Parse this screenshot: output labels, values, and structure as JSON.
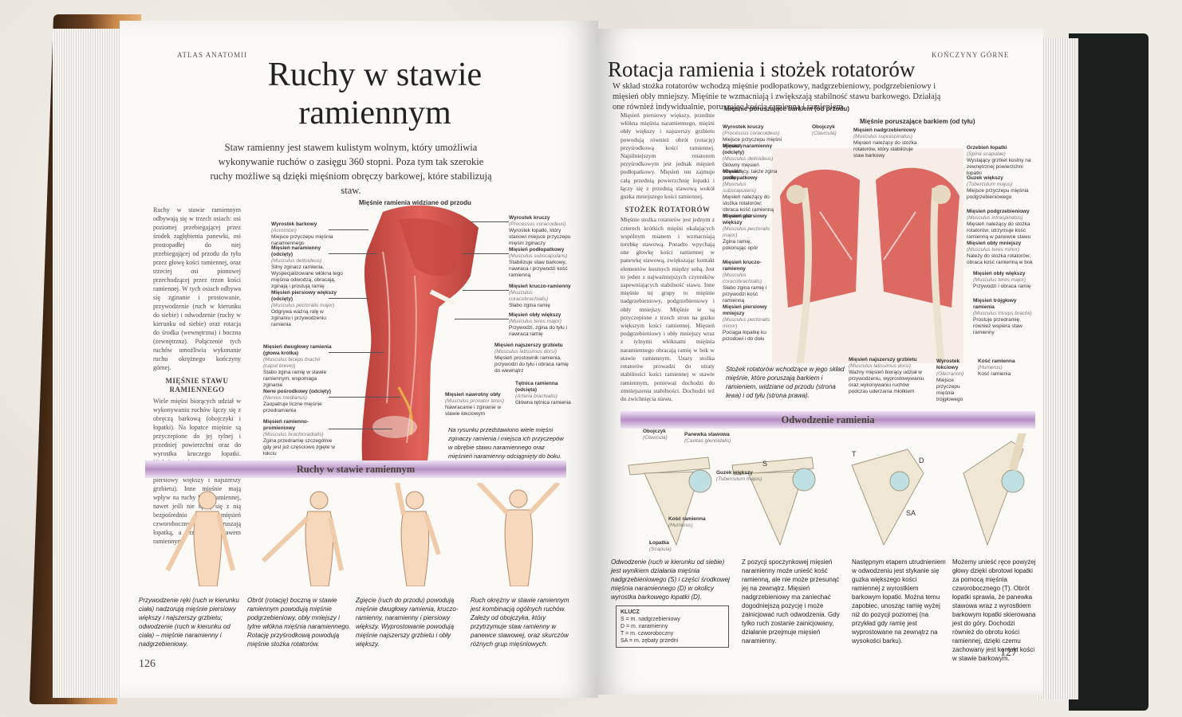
{
  "left_page": {
    "running_head": "ATLAS ANATOMII",
    "title": "Ruchy w stawie ramiennym",
    "intro": "Staw ramienny jest stawem kulistym wolnym, który umożliwia wykonywanie ruchów o zasięgu 360 stopni. Poza tym tak szerokie ruchy możliwe są dzięki mięśniom obręczy barkowej, które stabilizują staw.",
    "column_text": "Ruchy w stawie ramiennym odbywają się w trzech osiach: osi poziomej przebiegającej przez środek zagłębienia panewki, osi prostopadłej do niej przebiegającej od przodu do tyłu przez głowę kości ramiennej, oraz trzeciej osi pionowej przechodzącej przez trzon kości ramiennej. W tych osiach odbywa się zginanie i prostowanie, przywodzenie (ruch w kierunku do siebie) i odwodzenie (ruchy w kierunku od siebie) oraz rotacja do środka (wewnętrzna) i boczna (zewnętrzna). Połączenie tych ruchów umożliwia wykonanie ruchu okrężnego kończyny górnej.",
    "subhead": "MIĘŚNIE STAWU RAMIENNEGO",
    "column_text_2": "Wiele mięśni biorących udział w wykonywaniu ruchów łączy się z obręczą barkową (obojczyki i łopatki). Na łopatce mięśnie są przyczepione do jej tylnej i przedniej powierzchni oraz do wyrostka kruczego łopatki. Niektóre mięśnie przyczepione są bezpośrednio do tułowia (mięśni piersiowy większy i najszerszy grzbietu). Inne mięśnie mają wpływ na ruchy kości ramiennej, nawet jeśli nie łączą się z nią bezpośrednio (np. mięsień czworoboczny) – poruszają łopatką, a przez to i stawem ramiennym.",
    "figure_title": "Mięśnie ramienia widziane od przodu",
    "left_labels": [
      {
        "name": "Wyrostek barkowy",
        "latin": "(Acromion)",
        "desc": "Miejsce przyczepu mięśnia naramiennego"
      },
      {
        "name": "Mięsień naramienny (odcięty)",
        "latin": "(Musculus deltoideus)",
        "desc": "Silny zginacz ramienia. Wyspecjalizowane włókna tego mięśnia odwodzą, obracają, zginają i prostują ramię"
      },
      {
        "name": "Mięsień piersiowy większy (odcięty)",
        "latin": "(Musculus pectoralis major)",
        "desc": "Odgrywa ważną rolę w zginaniu i przywodzeniu ramienia"
      },
      {
        "name": "Mięsień dwugłowy ramienia (głowa krótka)",
        "latin": "(Musculus biceps brachii (caput breve))",
        "desc": "Stabo zgina ramię w stawie ramiennym, wspomaga zginanie"
      },
      {
        "name": "Nerw pośrodkowy (odcięty)",
        "latin": "(Nervus medianus)",
        "desc": "Zaopatruje liczne mięśnie przedramienia"
      },
      {
        "name": "Mięsień ramienno-promieniowy",
        "latin": "(Musculus brachioradialis)",
        "desc": "Zgina przedramię szczególnie gdy jest już częściowo zgięte w łokciu"
      }
    ],
    "right_labels": [
      {
        "name": "Wyrostek kruczy",
        "latin": "(Processus coracoideus)",
        "desc": "Wyrostek łopatki, który stanowi miejsce przyczepu mięśni zginaczy"
      },
      {
        "name": "Mięsień podłopatkowy",
        "latin": "(Musculus subscapularis)",
        "desc": "Stabilizuje staw barkowy, nawraca i przywodzi kość ramienną"
      },
      {
        "name": "Mięsień kruczo-ramienny",
        "latin": "(Musculus coracobrachialis)",
        "desc": "Słabo zgina ramię"
      },
      {
        "name": "Mięsień obły większy",
        "latin": "(Musculus teres major)",
        "desc": "Przywodzi, zgina do tyłu i nawraca ramię"
      },
      {
        "name": "Mięsień najszerszy grzbietu",
        "latin": "(Musculus latissimus dorsi)",
        "desc": "Mięsień prostownik ramienia, przywodzi do tyłu i obraca ramię do wewnątrz"
      },
      {
        "name": "Tętnica ramienna (odcięta)",
        "latin": "(Arteria brachialis)",
        "desc": "Główna tętnica ramienia"
      },
      {
        "name": "Mięsień nawrotny obły",
        "latin": "(Musculus pronator teres)",
        "desc": "Nawracanie i zginanie w stawie łokciowym"
      }
    ],
    "figure_note": "Na rysunku przedstawiono wiele mięśni zginaczy ramienia i miejsca ich przyczepów w obrębie stawu naramiennego oraz mięśnień naramienny odciągnięty do boku.",
    "banner": "Ruchy w stawie ramiennym",
    "captions": [
      "Przywodzenie ręki (ruch w kierunku ciała) nadzorują mięśnie piersiowy większy i najszerszy grzbietu; odwodzenie (ruch w kierunku od ciała) – mięśnie naramienny i nadgrzebieniowy.",
      "Obrót (rotację) boczną w stawie ramiennym powodują mięśnie podgrzebieniowy, obły mniejszy i tylne włókna mięśnia naramiennego. Rotację przyśrodkową powodują mięśnie stożka rotatorów.",
      "Zgięcie (ruch do przodu) powodują mięśnie dwugłowy ramienia, kruczo-ramienny, naramienny i piersiowy większy. Wyprostowanie powodują mięśnie najszerszy grzbietu i obły większy.",
      "Ruch okrężny w stawie ramiennym jest kombinacją ogólnych ruchów. Zależy od obojczyka, który przytrzymuje staw ramienny w panewce stawowej, oraz skurczów różnych grup mięśniowych."
    ],
    "page_number": "126"
  },
  "right_page": {
    "running_head": "KOŃCZYNY GÓRNE",
    "title": "Rotacja ramienia i stożek rotatorów",
    "intro": "W skład stożka rotatorów wchodzą mięśnie podłopatkowy, nadgrzebieniowy, podgrzebieniowy i mięsień obły mniejszy. Mięśnie te wzmacniają i zwiększają stabilność stawu barkowego. Działają one również indywidualnie, poruszając kością ramienną i ramieniem.",
    "fig_front_title": "Mięśnie poruszające barkiem (od przodu)",
    "fig_back_title": "Mięśnie poruszające barkiem (od tyłu)",
    "column_text": "Mięsień piersiowy większy, przednie włókna mięśnia naramiennego, mięśni obły większy i najszerszy grzbietu powodują również obrót (rotację) przyśrodkową kości ramiennej. Najsilniejszym rotatorem przyśrodkowym jest jednak mięsień podłopatkowy. Mięsień ten zajmuje całą przednią powierzchnię łopatki i łączy się z przednią stawową wokół guzka mniejszego kości ramiennej.",
    "subhead": "STOŻEK ROTATORÓW",
    "column_text_2": "Mięśnie stożka rotatorów jest jednym z czterech krótkich mięśni okalających wspólnym mianem i wzmacniają torebkę stawową. Ponadto wpychają one głowkę kości ramiennej w panewkę stawową, zwiększając kontakt elementów kostnych między sobą. Jest to jeden z najważniejszych czynników zapewniających stabilność stawu. Inne mięśnie tej grupy to mięśnie nadgrzebieniowy, podgrzebieniowy i obły mniejszy. Mięśnie te są przyczepione z trzech stron na guzku większym kości ramiennej. Mięsień podgrzebieniowy i obły mniejszy wraz z tylnymi włóknami mięśnia naramiennego obracają ramię w bok w stawie ramiennym. Urazy stożka rotatorów prowadzi do utraty stabilności kości ramiennej w stawie ramiennym, ponieważ dochodzi do zmniejszenia stabilności. Dochodzi też do zwichnięcia stawu.",
    "front_labels": [
      {
        "name": "Wyrostek kruczy",
        "latin": "(Processus coracoideus)",
        "desc": "Miejsce przyczepu mięśni zginaczy"
      },
      {
        "name": "Mięsień naramienny (odcięty)",
        "latin": "(Musculus deltoideus)",
        "desc": "Główny mięsień odwodzący, także zgina ramię"
      },
      {
        "name": "Mięsień podłopatkowy",
        "latin": "(Musculus subscapularis)",
        "desc": "Mięsień należący do stożka rotatorów; obraca kość ramienną do wewnątrz"
      },
      {
        "name": "Mięsień piersiowy większy",
        "latin": "(Musculus pectoralis major)",
        "desc": "Zgina ramię, pokonując opór"
      },
      {
        "name": "Mięsień kruczo-ramienny",
        "latin": "(Musculus coracobrachialis)",
        "desc": "Słabo zgina ramię i przywodzi kość ramienną"
      },
      {
        "name": "Mięsień piersiowy mniejszy",
        "latin": "(Musculus pectoralis minor)",
        "desc": "Pociąga łopatkę ku przodowi i do dołu"
      }
    ],
    "back_labels": [
      {
        "name": "Obojczyk",
        "latin": "(Clavicula)",
        "desc": ""
      },
      {
        "name": "Mięsień nadgrzebieniowy",
        "latin": "(Musculus supraspinatus)",
        "desc": "Mięsień należący do stożka rotatorów, który stabilizuje staw barkowy"
      },
      {
        "name": "Grzebień łopatki",
        "latin": "(Spina scapulae)",
        "desc": "Wystający grzbiet kostny na zewnętrznej powierzchni łopatki"
      },
      {
        "name": "Guzek większy",
        "latin": "(Tuberculum majus)",
        "desc": "Miejsce przyczepu mięśnia podgrzebieniowego"
      },
      {
        "name": "Mięsień podgrzebieniowy",
        "latin": "(Musculus infraspinatus)",
        "desc": "Mięsień należący do stożka rotatorów; utrzymuje kość ramienną w panewce stawu"
      },
      {
        "name": "Mięsień obły mniejszy",
        "latin": "(Musculus teres minor)",
        "desc": "Należy do stożka rotatorów; obraca kość ramienną w bok"
      },
      {
        "name": "Mięsień obły większy",
        "latin": "(Musculus teres major)",
        "desc": "Przywodzi i obraca ramię"
      },
      {
        "name": "Mięsień trójgłowy ramienia",
        "latin": "(Musculus triceps brachii)",
        "desc": "Prostuje przedramię, również wspiera staw ramienny"
      },
      {
        "name": "Mięsień najszerszy grzbietu",
        "latin": "(Musculus latissimus dorsi)",
        "desc": "Ważny mięsień biorący udział w przywodzeniu, wyprostowywaniu oraz wykonywaniu ruchów podczas uderzania młotkiem"
      },
      {
        "name": "Wyrostek łokciowy",
        "latin": "(Olecranon)",
        "desc": "Miejsce przyczepu mięśnia trójgłowego"
      },
      {
        "name": "Kość ramienna",
        "latin": "(Humerus)",
        "desc": "Kość ramienia"
      }
    ],
    "fig_note": "Stożek rotatorów wchodzące w jego skład mięśnie, które poruszają barkiem i ramieniem, widziane od przodu (strona lewa) i od tyłu (strona prawa).",
    "banner": "Odwodzenie ramienia",
    "shoulder_labels": [
      {
        "name": "Obojczyk",
        "latin": "(Clavicula)"
      },
      {
        "name": "Panewka stawowa",
        "latin": "(Cavitas glenoidalis)"
      },
      {
        "name": "Guzek większy",
        "latin": "(Tuberculum majus)"
      },
      {
        "name": "Kość ramienna",
        "latin": "(Humerus)"
      },
      {
        "name": "Łopatka",
        "latin": "(Scapula)"
      }
    ],
    "letters": [
      "S",
      "T",
      "D",
      "SA"
    ],
    "key_title": "KLUCZ",
    "key": [
      {
        "letter": "S",
        "meaning": "= m. nadgrzebieniowy"
      },
      {
        "letter": "D",
        "meaning": "= m. naramienny"
      },
      {
        "letter": "T",
        "meaning": "= m. czworoboczny"
      },
      {
        "letter": "SA",
        "meaning": "= m. zębaty przedni"
      }
    ],
    "captions": [
      "Odwodzenie (ruch w kierunku od siebie) jest wynikiem działania mięśnia nadgrzebieniowego (S) i części środkowej mięśnia naramiennego (D) w okolicy wyrostka barkowego łopatki (D).",
      "Z pozycji spoczynkowej mięsień naramienny może unieść kość ramienną, ale nie może przesunąć jej na zewnątrz. Mięsień nadgrzebieniowy ma zaniechać dogodniejszą pozycję i może zainicjować ruch odwodzenia. Gdy tylko ruch zostanie zainicjowany, działanie przejmuje mięsień naramienny.",
      "Następnym etapem utrudnieniem w odwodzeniu jest stykanie się guzka większego kości ramiennej z wyrostkiem barkowym łopatki. Można temu zapobiec, unosząc ramię wyżej niż do pozycji poziomej (na przykład gdy ramię jest wyprostowane na zewnątrz na wysokości barku).",
      "Możemy unieść ręce powyżej głowy dzięki obrotowi łopatki za pomocą mięśnia czworobocznego (T). Obrót łopatki sprawia, że panewka stawowa wraz z wyrostkiem barkowym łopatki skierowana jest do góry. Dochodzi również do obrotu kości ramiennej, dzięki czemu zachowany jest kontakt kości w stawie barkowym."
    ],
    "page_number": "127"
  },
  "colors": {
    "muscle": "#d8524b",
    "muscle_dark": "#b03a36",
    "banner": "#b58fc4",
    "skin": "#f2c7a4"
  }
}
